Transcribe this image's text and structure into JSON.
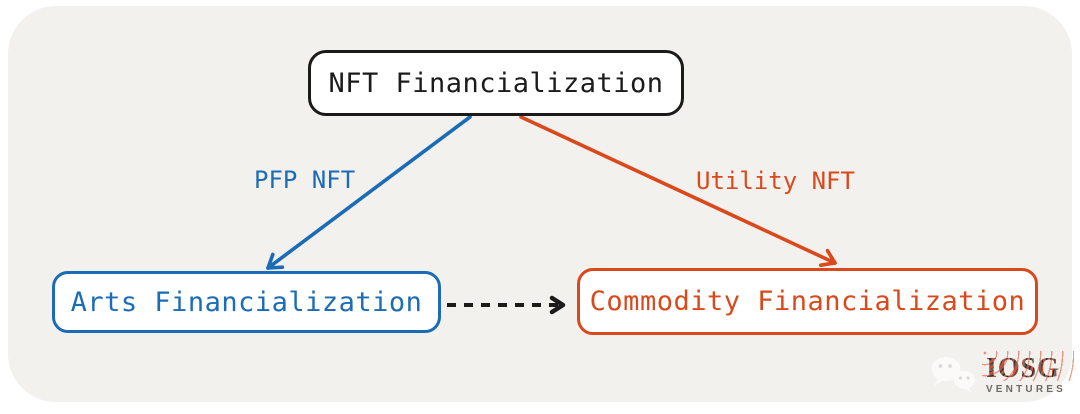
{
  "diagram": {
    "nodes": [
      {
        "id": "nft",
        "label": "NFT Financialization",
        "color_role": "ink"
      },
      {
        "id": "arts",
        "label": "Arts Financialization",
        "color_role": "blue"
      },
      {
        "id": "commodity",
        "label": "Commodity Financialization",
        "color_role": "orange"
      }
    ],
    "edges": [
      {
        "from": "nft",
        "to": "arts",
        "label": "PFP NFT",
        "color_role": "blue",
        "style": "solid-arrow"
      },
      {
        "from": "nft",
        "to": "commodity",
        "label": "Utility NFT",
        "color_role": "orange",
        "style": "solid-arrow"
      },
      {
        "from": "arts",
        "to": "commodity",
        "label": "",
        "color_role": "ink",
        "style": "dashed-arrow"
      }
    ]
  },
  "logo": {
    "brand": "IOSG",
    "subtext": "VENTURES",
    "icon": "wechat-icon"
  },
  "colors": {
    "ink": "#1b1b1b",
    "blue": "#1c6cb5",
    "orange": "#d9491c",
    "canvas": "#f2f1ee"
  }
}
